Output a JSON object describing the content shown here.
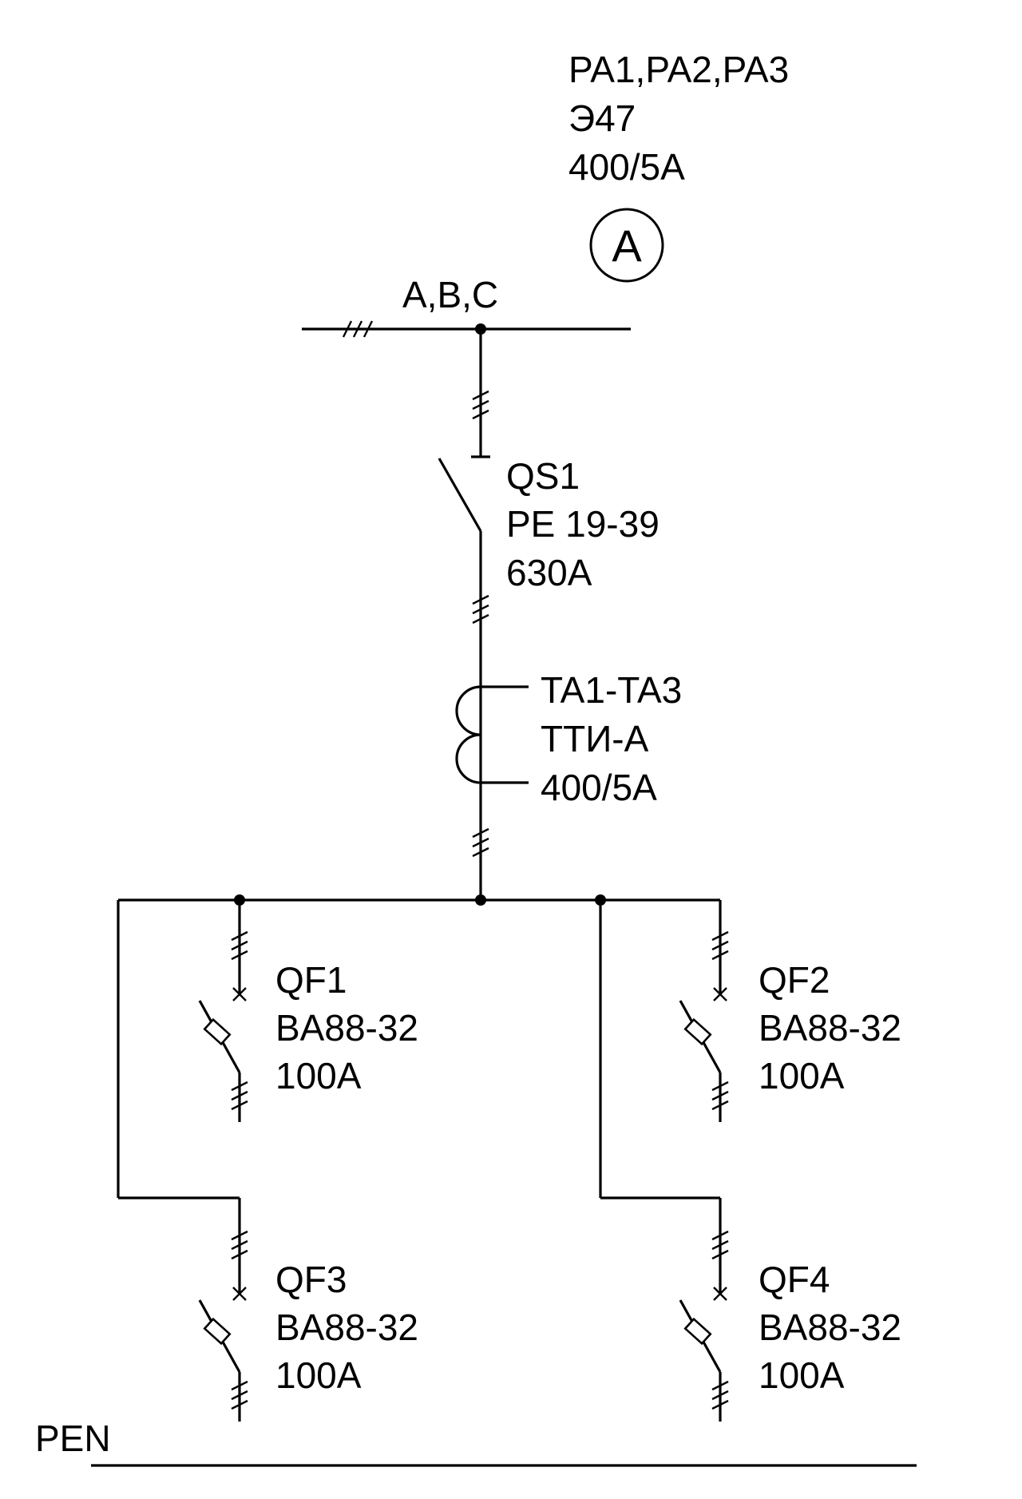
{
  "meter": {
    "designation": "PA1,PA2,PA3",
    "type": "Э47",
    "rating": "400/5A",
    "symbol": "A"
  },
  "bus": {
    "phases": "A,B,C"
  },
  "disconnector": {
    "designation": "QS1",
    "type": "PE 19-39",
    "rating": "630A"
  },
  "current_transformer": {
    "designation": "TA1-TA3",
    "type": "ТТИ-А",
    "ratio": "400/5A"
  },
  "breakers": [
    {
      "designation": "QF1",
      "type": "BA88-32",
      "rating": "100A"
    },
    {
      "designation": "QF2",
      "type": "BA88-32",
      "rating": "100A"
    },
    {
      "designation": "QF3",
      "type": "BA88-32",
      "rating": "100A"
    },
    {
      "designation": "QF4",
      "type": "BA88-32",
      "rating": "100A"
    }
  ],
  "neutral": {
    "label": "PEN"
  }
}
